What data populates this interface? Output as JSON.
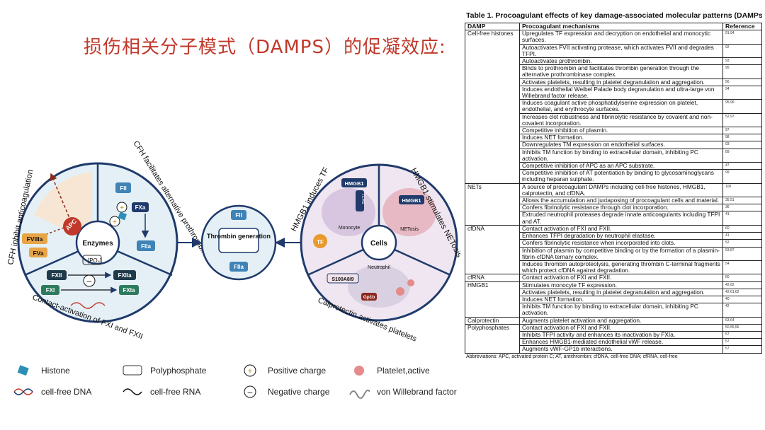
{
  "title": "损伤相关分子模式（DAMPS）的促凝效应:",
  "diagram": {
    "left_labels": {
      "cfh_inhibit": "CFH inhibit anticoagulation",
      "cfh_facilitates": "CFH facilitates alternative prothrombinase",
      "contact_activation": "Contact-activation of FXI and FXII",
      "enzymes": "Enzymes",
      "polyp": "[PO₄]",
      "fviiia": "FVIIIa",
      "fva": "FVa",
      "apc": "APC",
      "fii": "FII",
      "fxa": "FXa",
      "fiia": "FIIa",
      "fxii": "FXII",
      "fxiia": "FXIIa",
      "fxi": "FXI",
      "fxia": "FXIa"
    },
    "center": {
      "fii": "FII",
      "thrombin": "Thrombin generation",
      "fiia": "FIIa"
    },
    "right_labels": {
      "hmgb1_tf": "HMGB1 induces TF",
      "hmgb1_net": "HMGB1 stimulates NETosis",
      "calprotectin": "Calprotectin activates platelets",
      "cells": "Cells",
      "hmgb1_a": "HMGB1",
      "hmgb1_b": "HMGB1",
      "tlr": "TLRs",
      "monocyte": "Monocyte",
      "netosis": "NETosis",
      "tf": "TF",
      "neutrophil": "Neutrophil",
      "s100": "S100A8/9",
      "gp1b": "Gp1b"
    }
  },
  "legend": [
    {
      "icon": "histone-icon",
      "label": "Histone"
    },
    {
      "icon": "polyphosphate-icon",
      "label": "Polyphosphate"
    },
    {
      "icon": "positive-charge-icon",
      "label": "Positive charge"
    },
    {
      "icon": "platelet-icon",
      "label": "Platelet,active"
    },
    {
      "icon": "cfdna-icon",
      "label": "cell-free DNA"
    },
    {
      "icon": "cfrna-icon",
      "label": "cell-free RNA"
    },
    {
      "icon": "negative-charge-icon",
      "label": "Negative charge"
    },
    {
      "icon": "vwf-icon",
      "label": "von Willebrand factor"
    }
  ],
  "table": {
    "title": "Table 1. Procoagulant effects of key damage-associated molecular patterns (DAMPs)",
    "headers": [
      "DAMP",
      "Procoagulant mechanisms",
      "Reference"
    ],
    "groups": [
      {
        "damp": "Cell-free histones",
        "rows": [
          [
            "Upregulates TF expression and decryption on endothelial and monocytic surfaces.",
            "91,94"
          ],
          [
            "Autoactivates FVII activating protease, which activates FVII and degrades TFPI.",
            "92"
          ],
          [
            "Autoactivates prothrombin.",
            "93"
          ],
          [
            "Binds to prothrombin and facilitates thrombin generation through the alternative prothrombinase complex.",
            "95"
          ],
          [
            "Activates platelets, resulting in platelet degranulation and aggregation.",
            "56"
          ],
          [
            "Induces endothelial Weibel Palade body degranulation and ultra-large von Willebrand factor release.",
            "94"
          ],
          [
            "Induces coagulant active phosphatidylserine expression on platelet, endothelial, and erythrocyte surfaces.",
            "95,96"
          ],
          [
            "Increases clot robustness and fibrinolytic resistance by covalent and non-covalent incorporation.",
            "52,97"
          ],
          [
            "Competitive inhibition of plasmin.",
            "97"
          ],
          [
            "Induces NET formation.",
            "98"
          ],
          [
            "Downregulates TM expression on endothelial surfaces.",
            "93"
          ],
          [
            "Inhibits TM function by binding to extracellular domain, inhibiting PC activation.",
            "89"
          ],
          [
            "Competitive inhibition of APC as an APC substrate.",
            "47"
          ],
          [
            "Competitive inhibition of AT potentiation by binding to glycosaminoglycans including heparan sulphate.",
            "99"
          ]
        ]
      },
      {
        "damp": "NETs",
        "rows": [
          [
            "A source of procoagulant DAMPs including cell-free histones, HMGB1, calprotectin, and cfDNA.",
            "100"
          ],
          [
            "Allows the accumulation and juxtaposing of procoagulant cells and material.",
            "35,51"
          ],
          [
            "Confers fibrinolytic resistance through clot incorporation.",
            "36"
          ],
          [
            "Extruded neutrophil proteases degrade innate anticoagulants including TFPI and AT.",
            "41"
          ]
        ]
      },
      {
        "damp": "cfDNA",
        "rows": [
          [
            "Contact activation of FXI and FXII.",
            "60"
          ],
          [
            "Enhances TFPI degradation by neutrophil elastase.",
            "41"
          ],
          [
            "Confers fibrinolytic resistance when incorporated into clots.",
            "52"
          ],
          [
            "Inhibition of plasmin by competitive binding or by the formation of a plasmin-fibrin-cfDNA ternary complex.",
            "53,87"
          ],
          [
            "Induces thrombin autoproteolysis, generating thrombin C-terminal fragments which protect cfDNA against degradation.",
            "54"
          ]
        ]
      },
      {
        "damp": "cfRNA",
        "rows": [
          [
            "Contact activation of FXI and FXII.",
            "60"
          ]
        ]
      },
      {
        "damp": "HMGB1",
        "rows": [
          [
            "Stimulates monocyte TF expression.",
            "42,62"
          ],
          [
            "Activates platelets, resulting in platelet degranulation and aggregation.",
            "42,61,62"
          ],
          [
            "Induces NET formation.",
            "40"
          ],
          [
            "Inhibits TM function by binding to extracellular domain, inhibiting PC activation.",
            "42"
          ]
        ]
      },
      {
        "damp": "Calprotectin",
        "rows": [
          [
            "Augments platelet activation and aggregation.",
            "63,64"
          ]
        ]
      },
      {
        "damp": "Polyphosphates",
        "rows": [
          [
            "Contact activation of FXI and FXII.",
            "50,55,56"
          ],
          [
            "Inhibits TFPI activity and enhances its inactivation by FXIa.",
            "57"
          ],
          [
            "Enhances HMGB1-mediated endothelial vWF release.",
            "57"
          ],
          [
            "Augments vWF-GP1b interactions.",
            "57"
          ]
        ]
      }
    ],
    "footnote": "Abbreviations: APC, activated protein C; AT, antithrombin; cfDNA, cell-free DNA; cfRNA, cell-free"
  }
}
